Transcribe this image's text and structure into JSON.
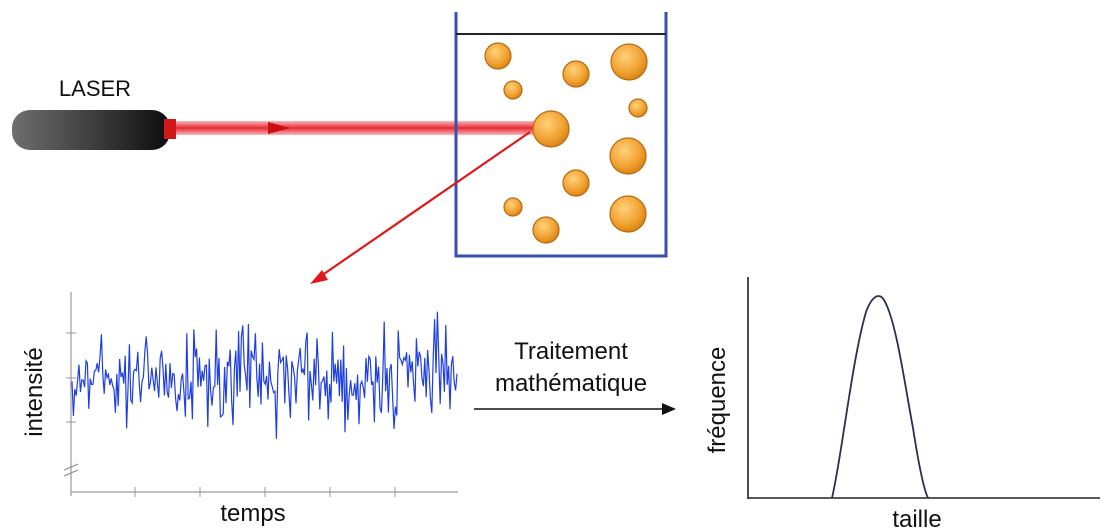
{
  "laser": {
    "label": "LASER"
  },
  "signal_plot": {
    "ylabel": "intensité",
    "xlabel": "temps"
  },
  "process": {
    "line1": "Traitement",
    "line2": "mathématique"
  },
  "distribution_plot": {
    "ylabel": "fréquence",
    "xlabel": "taille"
  },
  "colors": {
    "laser_beam": "#e8202a",
    "particle_fill": "#f0a030",
    "particle_stroke": "#b86a10",
    "container": "#3a4fb0",
    "signal": "#1f3fe0",
    "curve": "#2a3050",
    "scattered_ray": "#e01818"
  }
}
